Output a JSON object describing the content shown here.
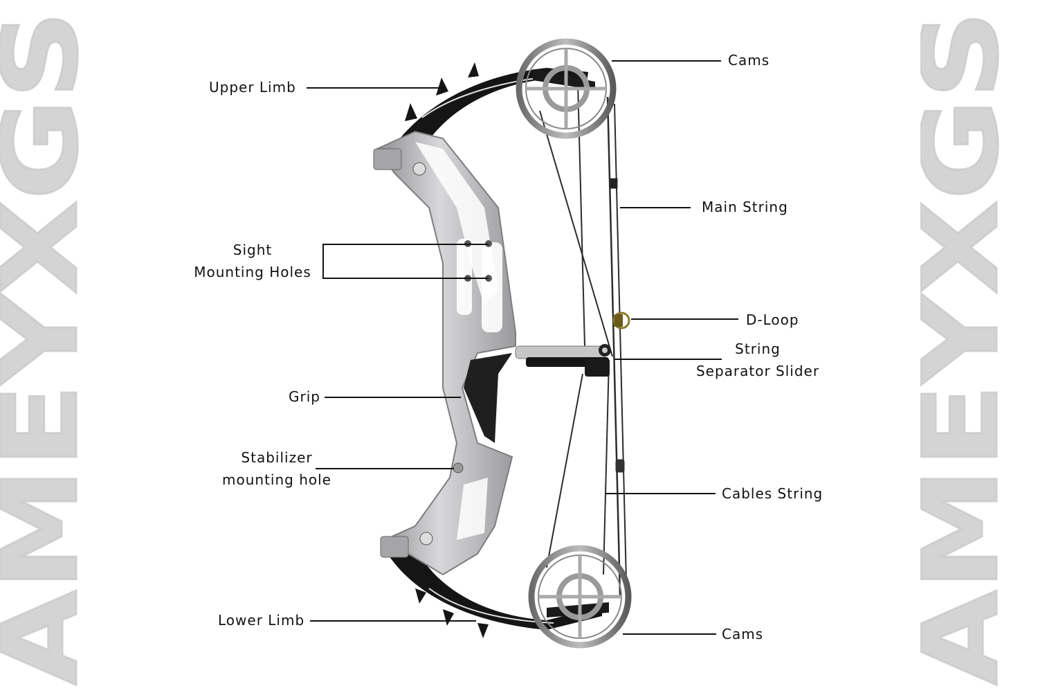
{
  "brand": {
    "watermark_text": "AMEYXGS",
    "watermark_color": "#d4d4d4",
    "watermark_outline": "#cfcfcf"
  },
  "diagram": {
    "title": "Compound Bow Parts",
    "labels": {
      "upper_limb": "Upper Limb",
      "sight_line1": "Sight",
      "sight_line2": "Mounting Holes",
      "grip": "Grip",
      "stabilizer_line1": "Stabilizer",
      "stabilizer_line2": "mounting hole",
      "lower_limb": "Lower Limb",
      "cams_top": "Cams",
      "main_string": "Main String",
      "d_loop": "D-Loop",
      "separator_line1": "String",
      "separator_line2": "Separator Slider",
      "cables_string": "Cables String",
      "cams_bottom": "Cams"
    },
    "colors": {
      "riser": "#b9b9bb",
      "riser_shade": "#8c8c8f",
      "limb": "#151515",
      "string": "#2b2b2b",
      "d_loop": "#8a7a2a",
      "leader": "#111111"
    }
  }
}
